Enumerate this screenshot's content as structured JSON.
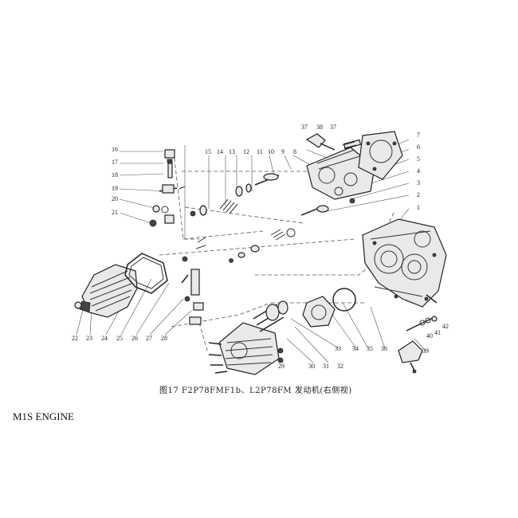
{
  "figure": {
    "caption": "图17  F2P78FMF1b、L2P78FM 发动机(右侧视)",
    "part_numbers": [
      "1",
      "2",
      "3",
      "4",
      "5",
      "6",
      "7",
      "8",
      "9",
      "10",
      "11",
      "12",
      "13",
      "14",
      "15",
      "16",
      "17",
      "18",
      "19",
      "20",
      "21",
      "22",
      "23",
      "24",
      "25",
      "26",
      "27",
      "28",
      "29",
      "30",
      "31",
      "32",
      "33",
      "34",
      "35",
      "36",
      "37",
      "38",
      "37",
      "39",
      "40",
      "41",
      "42"
    ]
  },
  "footer": {
    "label": "M1S ENGINE"
  }
}
